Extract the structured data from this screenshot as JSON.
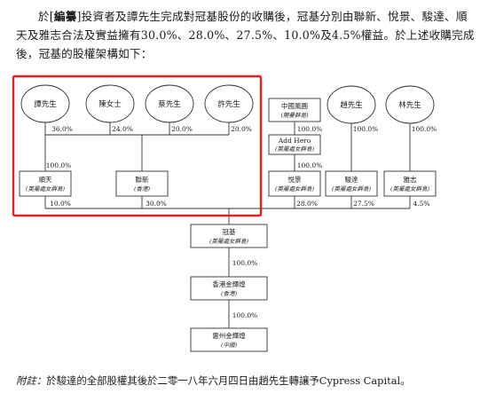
{
  "intro": {
    "part1": "於[",
    "bold": "編纂",
    "part2": "]投資者及譚先生完成對冠基股份的收購後，冠基分別由聯新、悅景、駿達、順天及雅志合法及實益擁有30.0%、28.0%、27.5%、10.0%及4.5%權益。於上述收購完成後，冠基的股權架構如下："
  },
  "chart": {
    "highlight_color": "#e02020",
    "shareholders": [
      {
        "id": "tam",
        "name": "譚先生",
        "pct": "36.0%"
      },
      {
        "id": "chan",
        "name": "陳女士",
        "pct": "24.0%"
      },
      {
        "id": "choi",
        "name": "蔡先生",
        "pct": "20.0%"
      },
      {
        "id": "hui",
        "name": "許先生",
        "pct": "20.0%"
      },
      {
        "id": "chiu",
        "name": "趙先生",
        "pct": "100.0%"
      },
      {
        "id": "lam",
        "name": "林先生",
        "pct": "100.0%"
      }
    ],
    "tam_to_shuntian": "100.0%",
    "china_fashion": {
      "name": "中國風圓",
      "jurisdiction": "(開曼群島)",
      "pct": "100.0%"
    },
    "add_hero": {
      "name": "Add Hero",
      "jurisdiction": "(英屬處女群島)",
      "pct": "100.0%"
    },
    "holding": [
      {
        "id": "shuntian",
        "name": "順天",
        "jurisdiction": "(英屬處女群島)",
        "pct": "10.0%"
      },
      {
        "id": "lianxin",
        "name": "聯新",
        "jurisdiction": "(香港)",
        "pct": "30.0%"
      },
      {
        "id": "yuejing",
        "name": "悅景",
        "jurisdiction": "(英屬處女群島)",
        "pct": "28.0%"
      },
      {
        "id": "junda",
        "name": "駿達",
        "jurisdiction": "(英屬處女群島)",
        "pct": "27.5%"
      },
      {
        "id": "yazhi",
        "name": "雅志",
        "jurisdiction": "(英屬處女群島)",
        "pct": "4.5%"
      }
    ],
    "guanji": {
      "name": "冠基",
      "jurisdiction": "(英屬處女群島)",
      "pct": "100.0%"
    },
    "hk_jewelry": {
      "name": "香港金輝煌",
      "jurisdiction": "(香港)",
      "pct": "100.0%"
    },
    "hz_jewelry": {
      "name": "惠州金輝煌",
      "jurisdiction": "(中國)"
    }
  },
  "footnote": {
    "label": "附註：",
    "text": "於駿達的全部股權其後於二零一八年六月四日由趙先生轉讓予Cypress Capital。"
  }
}
